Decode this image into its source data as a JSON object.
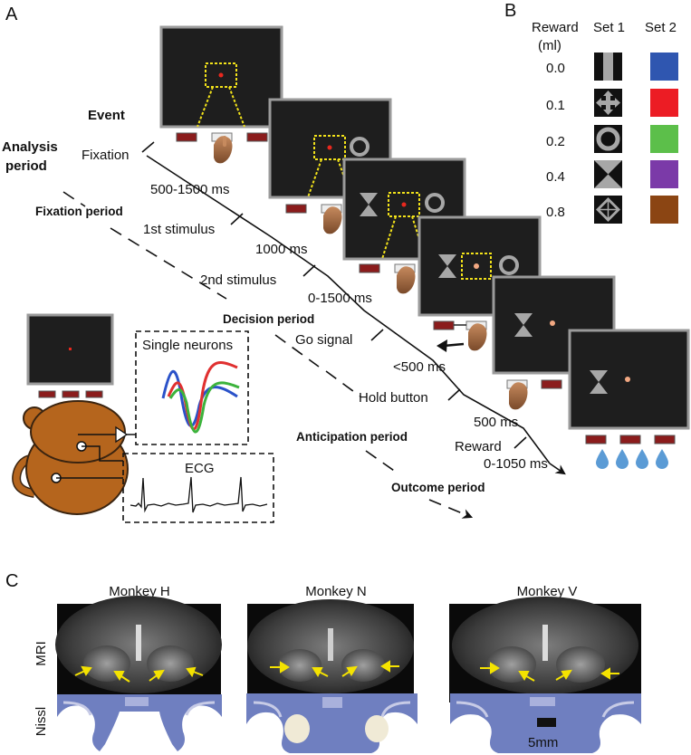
{
  "panels": {
    "a": "A",
    "b": "B",
    "c": "C"
  },
  "panel_a": {
    "event_header": "Event",
    "analysis_header": [
      "Analysis",
      "period"
    ],
    "events": [
      {
        "label": "Fixation"
      },
      {
        "label": "1st stimulus"
      },
      {
        "label": "2nd stimulus"
      },
      {
        "label": "Go signal"
      },
      {
        "label": "Hold button"
      },
      {
        "label": "Reward"
      }
    ],
    "durations": [
      "500-1500 ms",
      "1000 ms",
      "0-1500 ms",
      "<500 ms",
      "500 ms",
      "0-1050 ms"
    ],
    "analysis_periods": [
      "Fixation period",
      "Decision period",
      "Anticipation period",
      "Outcome period"
    ],
    "recording": {
      "single_neurons": "Single neurons",
      "ecg": "ECG"
    },
    "colors": {
      "screen_bg": "#1e1e1e",
      "screen_border": "#9a9a9a",
      "fixation_red": "#e8281e",
      "fixation_pink": "#f2a882",
      "yellow_guide": "#f2e21a",
      "stimulus_gray": "#a7a7a7",
      "button_red": "#8b1c1c",
      "monkey_brown": "#b5651d",
      "water_blue": "#5b9bd5",
      "spike_blue": "#2a52c9",
      "spike_red": "#e03030",
      "spike_green": "#3cb33c"
    }
  },
  "panel_b": {
    "headers": {
      "reward": "Reward",
      "unit": "(ml)",
      "set1": "Set 1",
      "set2": "Set 2"
    },
    "rows": [
      {
        "ml": "0.0",
        "set1_icon": "vertical-bar-icon",
        "set2_color": "#2f56b0"
      },
      {
        "ml": "0.1",
        "set1_icon": "cross-arrows-icon",
        "set2_color": "#ec1c24"
      },
      {
        "ml": "0.2",
        "set1_icon": "ring-icon",
        "set2_color": "#5cbf4a"
      },
      {
        "ml": "0.4",
        "set1_icon": "hourglass-icon",
        "set2_color": "#7b3aa8"
      },
      {
        "ml": "0.8",
        "set1_icon": "diamond-cross-icon",
        "set2_color": "#8b4513"
      }
    ]
  },
  "panel_c": {
    "monkeys": [
      "Monkey H",
      "Monkey N",
      "Monkey V"
    ],
    "rows": [
      "MRI",
      "Nissl"
    ],
    "scale": "5mm",
    "colors": {
      "arrow_yellow": "#f5e300",
      "nissl_purple": "#6f7fc0"
    }
  }
}
